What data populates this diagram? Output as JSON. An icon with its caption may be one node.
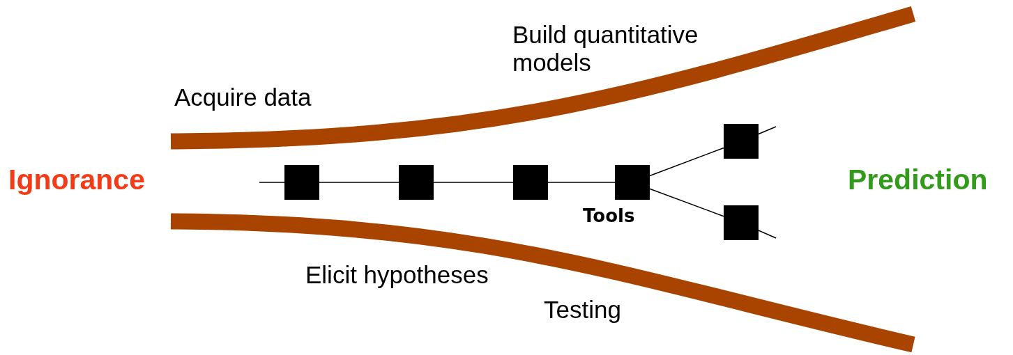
{
  "diagram": {
    "nodes": [
      {
        "text": [],
        "shape": "box"
      },
      {
        "text": [],
        "shape": "box"
      },
      {
        "text": [],
        "shape": "box"
      },
      {
        "text": [],
        "shape": "box"
      },
      {
        "text": [],
        "shape": "box"
      },
      {
        "text": [],
        "shape": "box"
      }
    ],
    "edges": [
      {
        "from": null,
        "to": 0,
        "arrow": "none"
      },
      {
        "from": 0,
        "to": 1,
        "arrow": "none"
      },
      {
        "from": 1,
        "to": 2,
        "arrow": "none"
      },
      {
        "from": 2,
        "to": 3,
        "arrow": "none"
      },
      {
        "from": 3,
        "to": 4,
        "arrow": "none"
      },
      {
        "from": 3,
        "to": 5,
        "arrow": "none"
      },
      {
        "from": 4,
        "to": null,
        "arrow": "none"
      },
      {
        "from": 5,
        "to": null,
        "arrow": "none"
      }
    ],
    "labels": [
      "Build quantitative models",
      "Acquire data",
      "Ignorance",
      "Prediction",
      "Tools",
      "Elicit hypotheses",
      "Testing"
    ]
  }
}
